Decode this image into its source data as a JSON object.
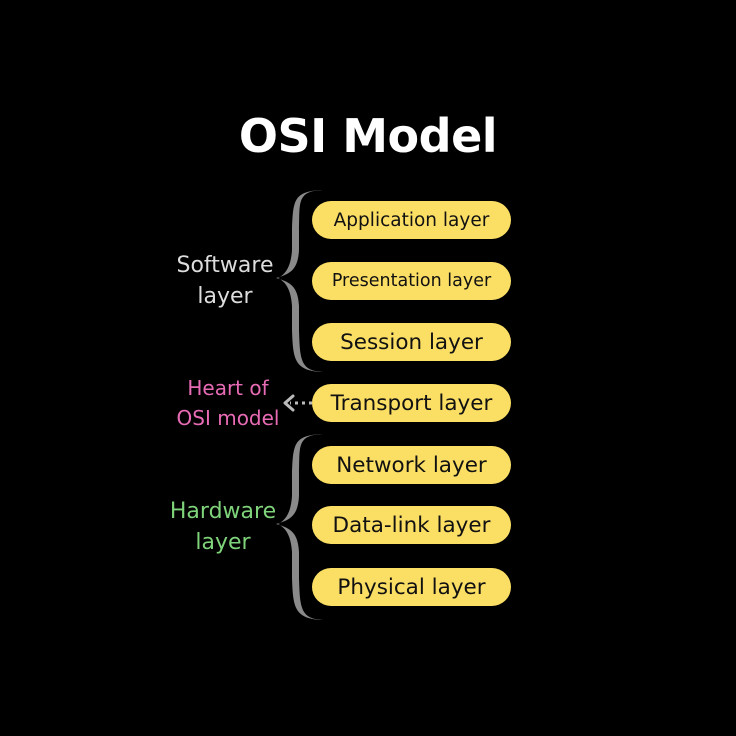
{
  "title": "OSI Model",
  "groups": {
    "software": {
      "line1": "Software",
      "line2": "layer",
      "color": "#DDDDDD"
    },
    "heart": {
      "line1": "Heart of",
      "line2": "OSI model",
      "color": "#E86BB5"
    },
    "hardware": {
      "line1": "Hardware",
      "line2": "layer",
      "color": "#7FD37A"
    }
  },
  "layers": [
    {
      "label": "Application layer"
    },
    {
      "label": "Presentation layer"
    },
    {
      "label": "Session layer"
    },
    {
      "label": "Transport layer"
    },
    {
      "label": "Network layer"
    },
    {
      "label": "Data-link layer"
    },
    {
      "label": "Physical layer"
    }
  ],
  "colors": {
    "background": "#000000",
    "pill": "#FBDF65",
    "brace": "#8A8A8A",
    "arrow": "#BBBBBB"
  }
}
